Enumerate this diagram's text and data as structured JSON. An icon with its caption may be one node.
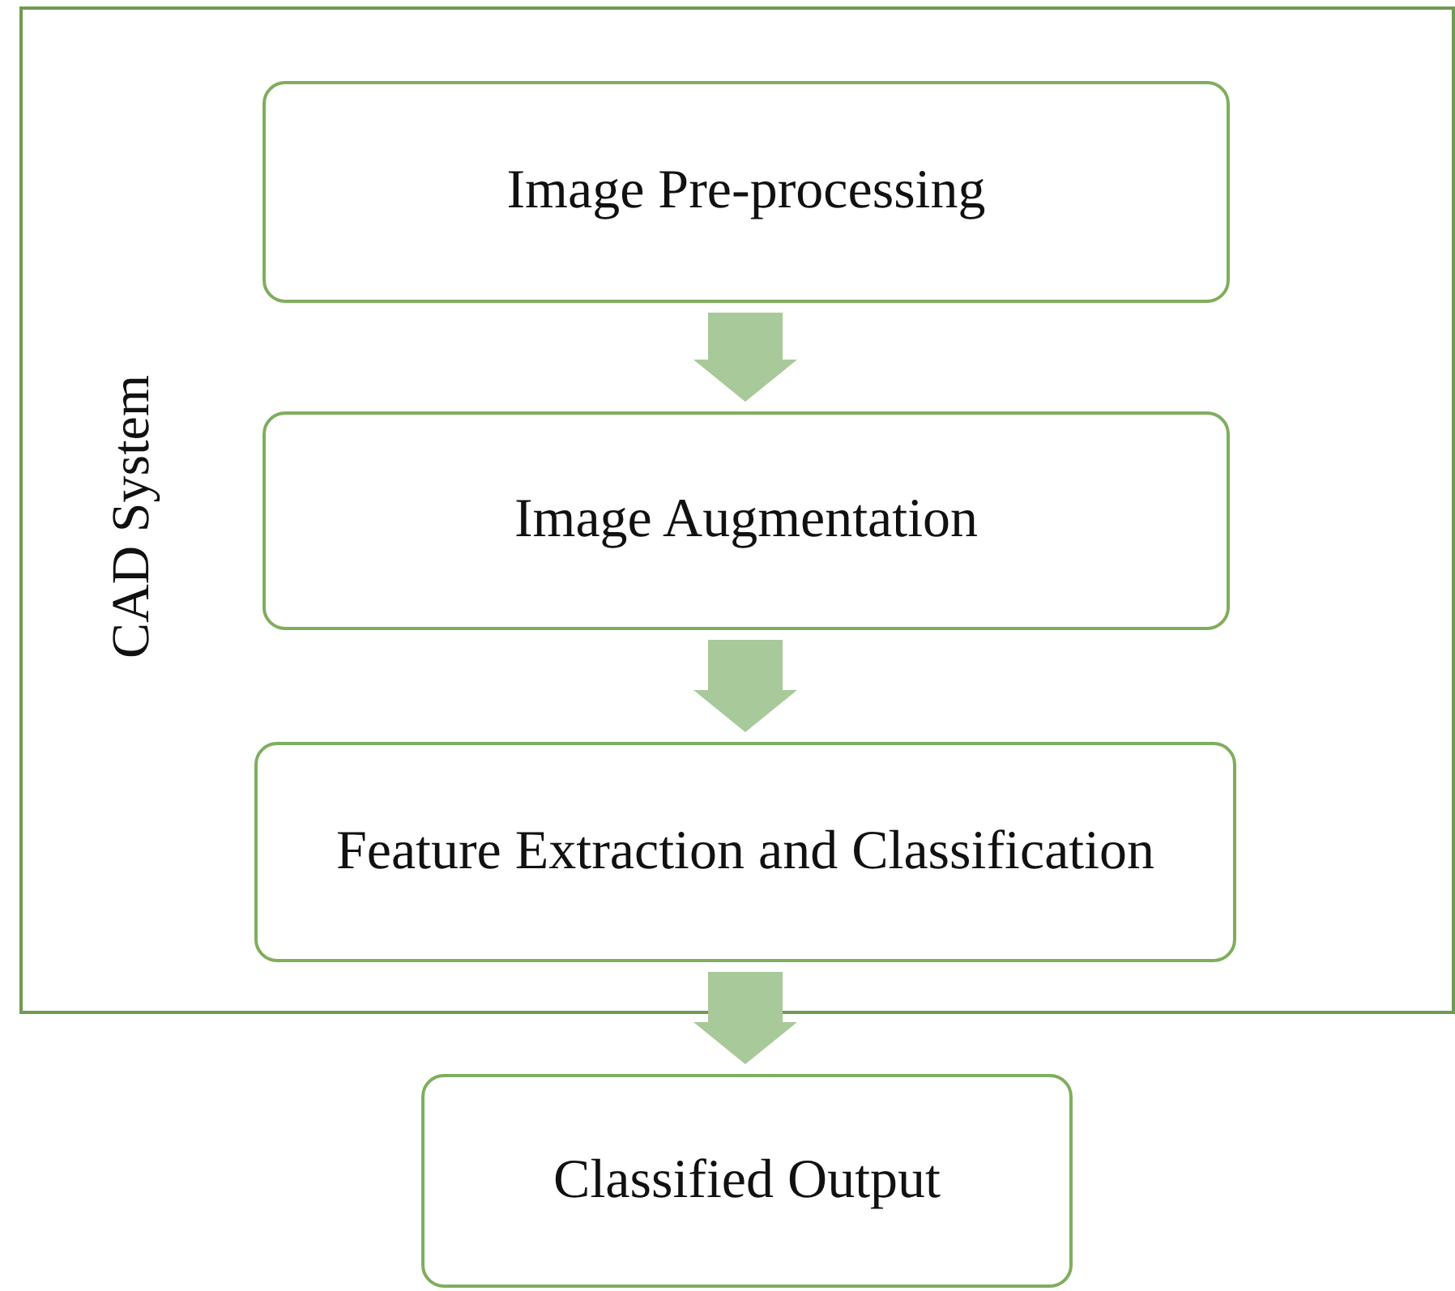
{
  "diagram": {
    "nodes": [
      {
        "text": [
          "CAD System"
        ]
      },
      {
        "text": [
          "Image Pre-processing"
        ],
        "in": 0
      },
      {
        "text": [
          "Image Augmentation"
        ],
        "in": 0
      },
      {
        "text": [
          "Feature Extraction and Classification"
        ],
        "in": 0
      },
      {
        "text": [
          "Classified Output"
        ]
      }
    ],
    "edges": [
      {
        "from": 1,
        "to": 2,
        "arrow": "to"
      },
      {
        "from": 2,
        "to": 3,
        "arrow": "to"
      },
      {
        "from": 3,
        "to": 4,
        "arrow": "to"
      }
    ]
  }
}
